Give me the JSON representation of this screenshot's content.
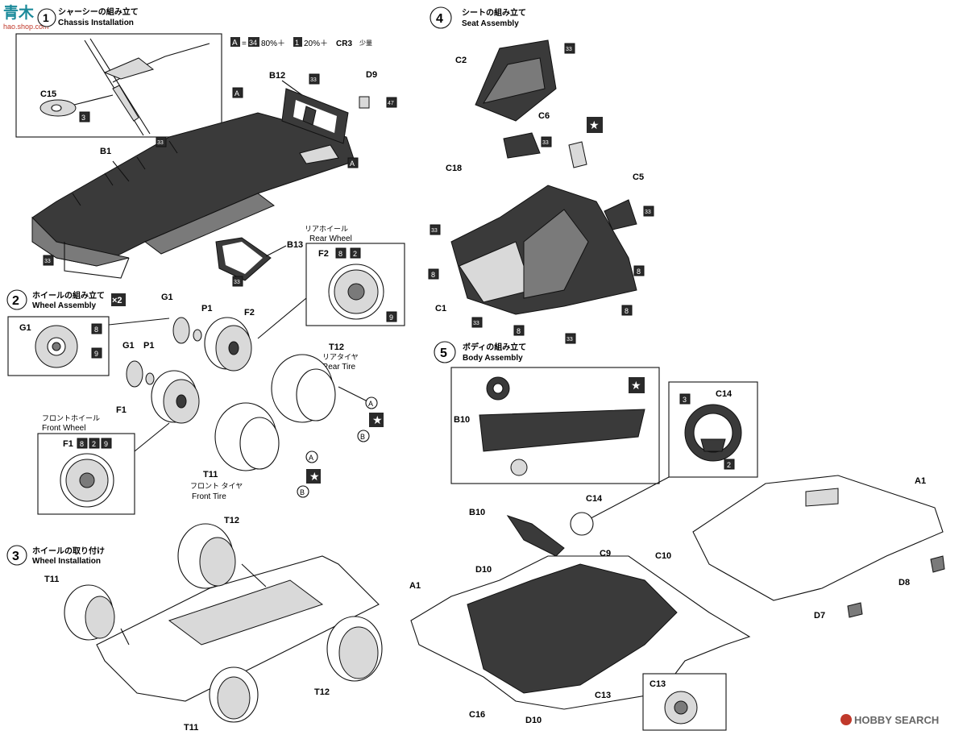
{
  "watermark_top": {
    "logo": "青木",
    "site": "hao.shop.com"
  },
  "watermark_bottom": {
    "text": "HOBBY SEARCH"
  },
  "steps": [
    {
      "num": "1",
      "jp": "シャーシーの組み立て",
      "en": "Chassis Installation"
    },
    {
      "num": "2",
      "jp": "ホイールの組み立て",
      "en": "Wheel Assembly",
      "times": "×2"
    },
    {
      "num": "3",
      "jp": "ホイールの取り付け",
      "en": "Wheel Installation"
    },
    {
      "num": "4",
      "jp": "シートの組み立て",
      "en": "Seat Assembly"
    },
    {
      "num": "5",
      "jp": "ボディの組み立て",
      "en": "Body Assembly"
    }
  ],
  "paint_mix": {
    "key": "A",
    "a_color": "34",
    "a_pct": "80%＋",
    "b_color": "1",
    "b_pct": "20%＋",
    "c": "CR3",
    "jp": "少量"
  },
  "rear_wheel": {
    "jp": "リアホイール",
    "en": "Rear Wheel",
    "part": "F2",
    "colors": [
      "8",
      "2"
    ],
    "center": "9"
  },
  "front_wheel": {
    "jp": "フロントホイール",
    "en": "Front Wheel",
    "part": "F1",
    "colors": [
      "8",
      "2",
      "9"
    ]
  },
  "rear_tire": {
    "code": "T12",
    "jp": "リアタイヤ",
    "en": "Rear Tire"
  },
  "front_tire": {
    "code": "T11",
    "jp": "フロント タイヤ",
    "en": "Front Tire"
  }
}
